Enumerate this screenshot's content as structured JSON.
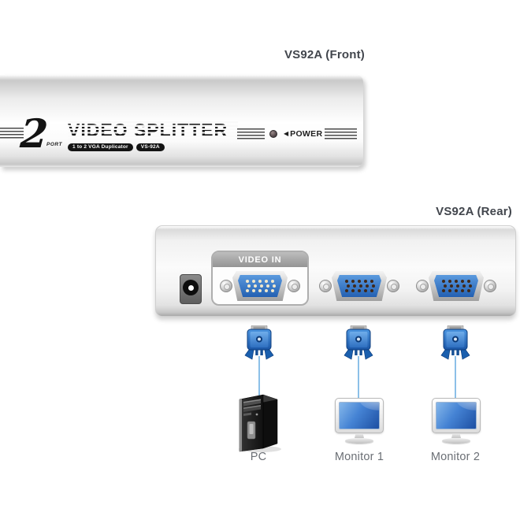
{
  "front": {
    "view_label": "VS92A (Front)",
    "port_number": "2",
    "port_word": "PORT",
    "product_name": "VIDEO SPLITTER",
    "badge_duplicator": "1 to 2 VGA Duplicator",
    "badge_model": "VS-92A",
    "power_arrow": "◀",
    "power_label": "POWER"
  },
  "rear": {
    "view_label": "VS92A (Rear)",
    "video_in_label": "VIDEO IN"
  },
  "devices": {
    "pc_label": "PC",
    "monitor1_label": "Monitor 1",
    "monitor2_label": "Monitor 2"
  },
  "colors": {
    "vga_blue": "#2e6fc0",
    "screen_blue": "#2f6fc2",
    "panel_gray": "#e8e8e8",
    "label_gray": "#6b6f75",
    "title_dark": "#42464d"
  }
}
